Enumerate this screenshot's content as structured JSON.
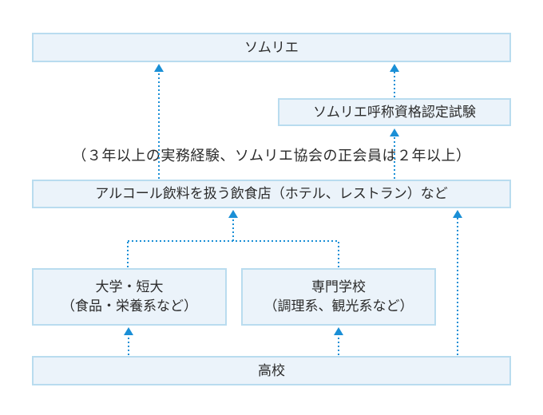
{
  "diagram": {
    "title": "ソムリエへの進路",
    "accent_color": "#1a8fd6",
    "box_fill": "#ebf3fa",
    "box_border": "#b9dcef",
    "nodes": {
      "sommelier": "ソムリエ",
      "exam": "ソムリエ呼称資格認定試験",
      "experience_note": "（３年以上の実務経験、ソムリエ協会の正会員は２年以上）",
      "restaurant": "アルコール飲料を扱う飲食店（ホテル、レストラン）など",
      "university_line1": "大学・短大",
      "university_line2": "（食品・栄養系など）",
      "vocational_line1": "専門学校",
      "vocational_line2": "（調理系、観光系など）",
      "high_school": "高校"
    },
    "edges": [
      {
        "from": "high_school",
        "to": "university"
      },
      {
        "from": "high_school",
        "to": "vocational"
      },
      {
        "from": "high_school",
        "to": "restaurant"
      },
      {
        "from": "university",
        "to": "restaurant"
      },
      {
        "from": "vocational",
        "to": "restaurant"
      },
      {
        "from": "restaurant",
        "to": "sommelier"
      },
      {
        "from": "restaurant",
        "to": "exam"
      },
      {
        "from": "exam",
        "to": "sommelier"
      }
    ]
  }
}
